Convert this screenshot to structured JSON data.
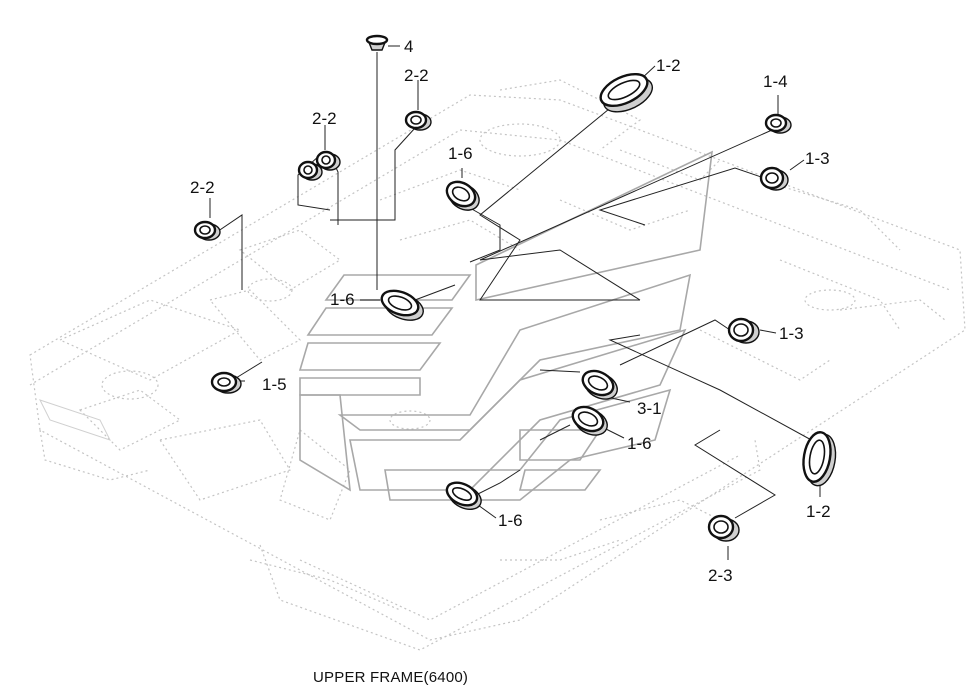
{
  "caption": "UPPER FRAME(6400)",
  "callouts": {
    "c_4": "4",
    "c_2_2_top": "2-2",
    "c_2_2_mid": "2-2",
    "c_2_2_left": "2-2",
    "c_1_2_top": "1-2",
    "c_1_4": "1-4",
    "c_1_3_top": "1-3",
    "c_1_6_top": "1-6",
    "c_1_6_mid": "1-6",
    "c_1_5": "1-5",
    "c_1_3_right": "1-3",
    "c_3_1": "3-1",
    "c_1_6_right": "1-6",
    "c_1_2_right": "1-2",
    "c_1_6_bottom": "1-6",
    "c_2_3": "2-3"
  }
}
